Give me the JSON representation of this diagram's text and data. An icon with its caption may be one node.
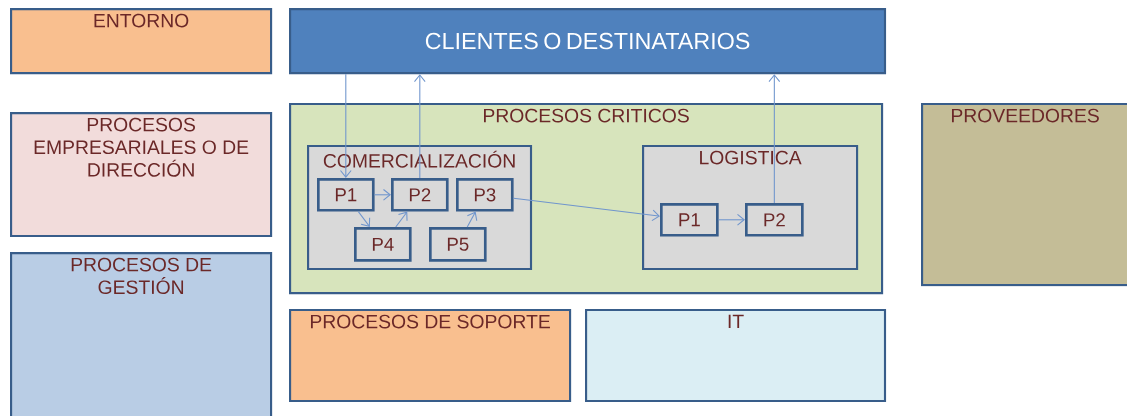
{
  "diagram": {
    "nodes": [
      {
        "text": [
          "ENTORNO"
        ]
      },
      {
        "text": [
          "CLIENTES O DESTINATARIOS"
        ]
      },
      {
        "text": [
          "PROCESOS EMPRESARIALES O DE DIRECCIÓN"
        ]
      },
      {
        "text": [
          "PROCESOS CRITICOS"
        ]
      },
      {
        "text": [
          "COMERCIALIZACIÓN"
        ],
        "in": 3
      },
      {
        "text": [
          "P1"
        ],
        "in": 4
      },
      {
        "text": [
          "P2"
        ],
        "in": 4
      },
      {
        "text": [
          "P3"
        ],
        "in": 4
      },
      {
        "text": [
          "P4"
        ],
        "in": 4
      },
      {
        "text": [
          "P5"
        ],
        "in": 4
      },
      {
        "text": [
          "LOGISTICA"
        ],
        "in": 3
      },
      {
        "text": [
          "P1"
        ],
        "in": 10
      },
      {
        "text": [
          "P2"
        ],
        "in": 10
      },
      {
        "text": [
          "PROVEEDORES"
        ]
      },
      {
        "text": [
          "PROCESOS DE GESTIÓN"
        ]
      },
      {
        "text": [
          "PROCESOS DE SOPORTE"
        ]
      },
      {
        "text": [
          "IT"
        ]
      }
    ],
    "edges": [
      {
        "from": 1,
        "to": 5,
        "arrow": "to"
      },
      {
        "from": 6,
        "to": 1,
        "arrow": "to"
      },
      {
        "from": 5,
        "to": 6,
        "arrow": "to"
      },
      {
        "from": 5,
        "to": 8,
        "arrow": "to"
      },
      {
        "from": 8,
        "to": 6,
        "arrow": "to"
      },
      {
        "from": 9,
        "to": 7,
        "arrow": "to"
      },
      {
        "from": 7,
        "to": 11,
        "arrow": "to"
      },
      {
        "from": 11,
        "to": 12,
        "arrow": "to"
      },
      {
        "from": 12,
        "to": 1,
        "arrow": "to"
      }
    ]
  }
}
